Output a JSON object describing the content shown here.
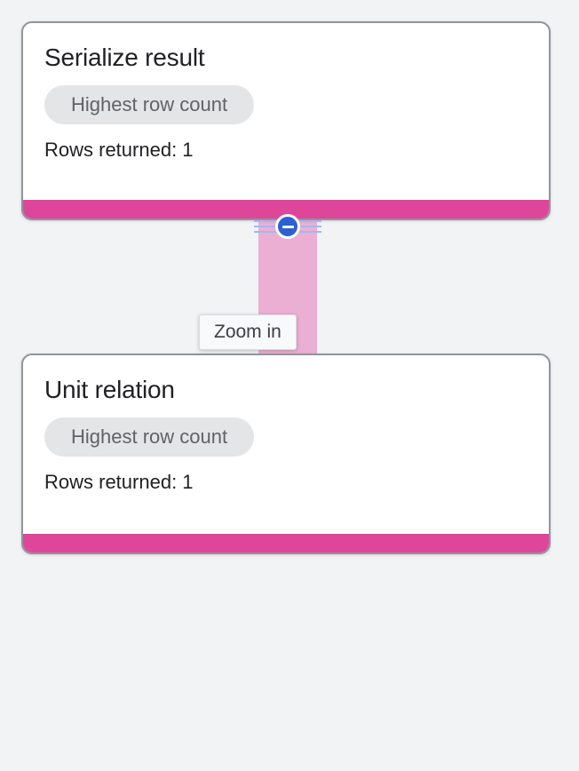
{
  "background_color": "#f1f3f4",
  "graph": {
    "nodes": [
      {
        "title": "Serialize result",
        "chip_label": "Highest row count",
        "meta": "Rows returned: 1",
        "footer_color": "#de4799"
      },
      {
        "title": "Unit relation",
        "chip_label": "Highest row count",
        "meta": "Rows returned: 1",
        "footer_color": "#de4799"
      }
    ],
    "connector": {
      "color": "#ebafd3",
      "handle_icon": "minus-circle-icon",
      "handle_color": "#2b61d1"
    }
  },
  "tooltip": {
    "text": "Zoom in"
  }
}
